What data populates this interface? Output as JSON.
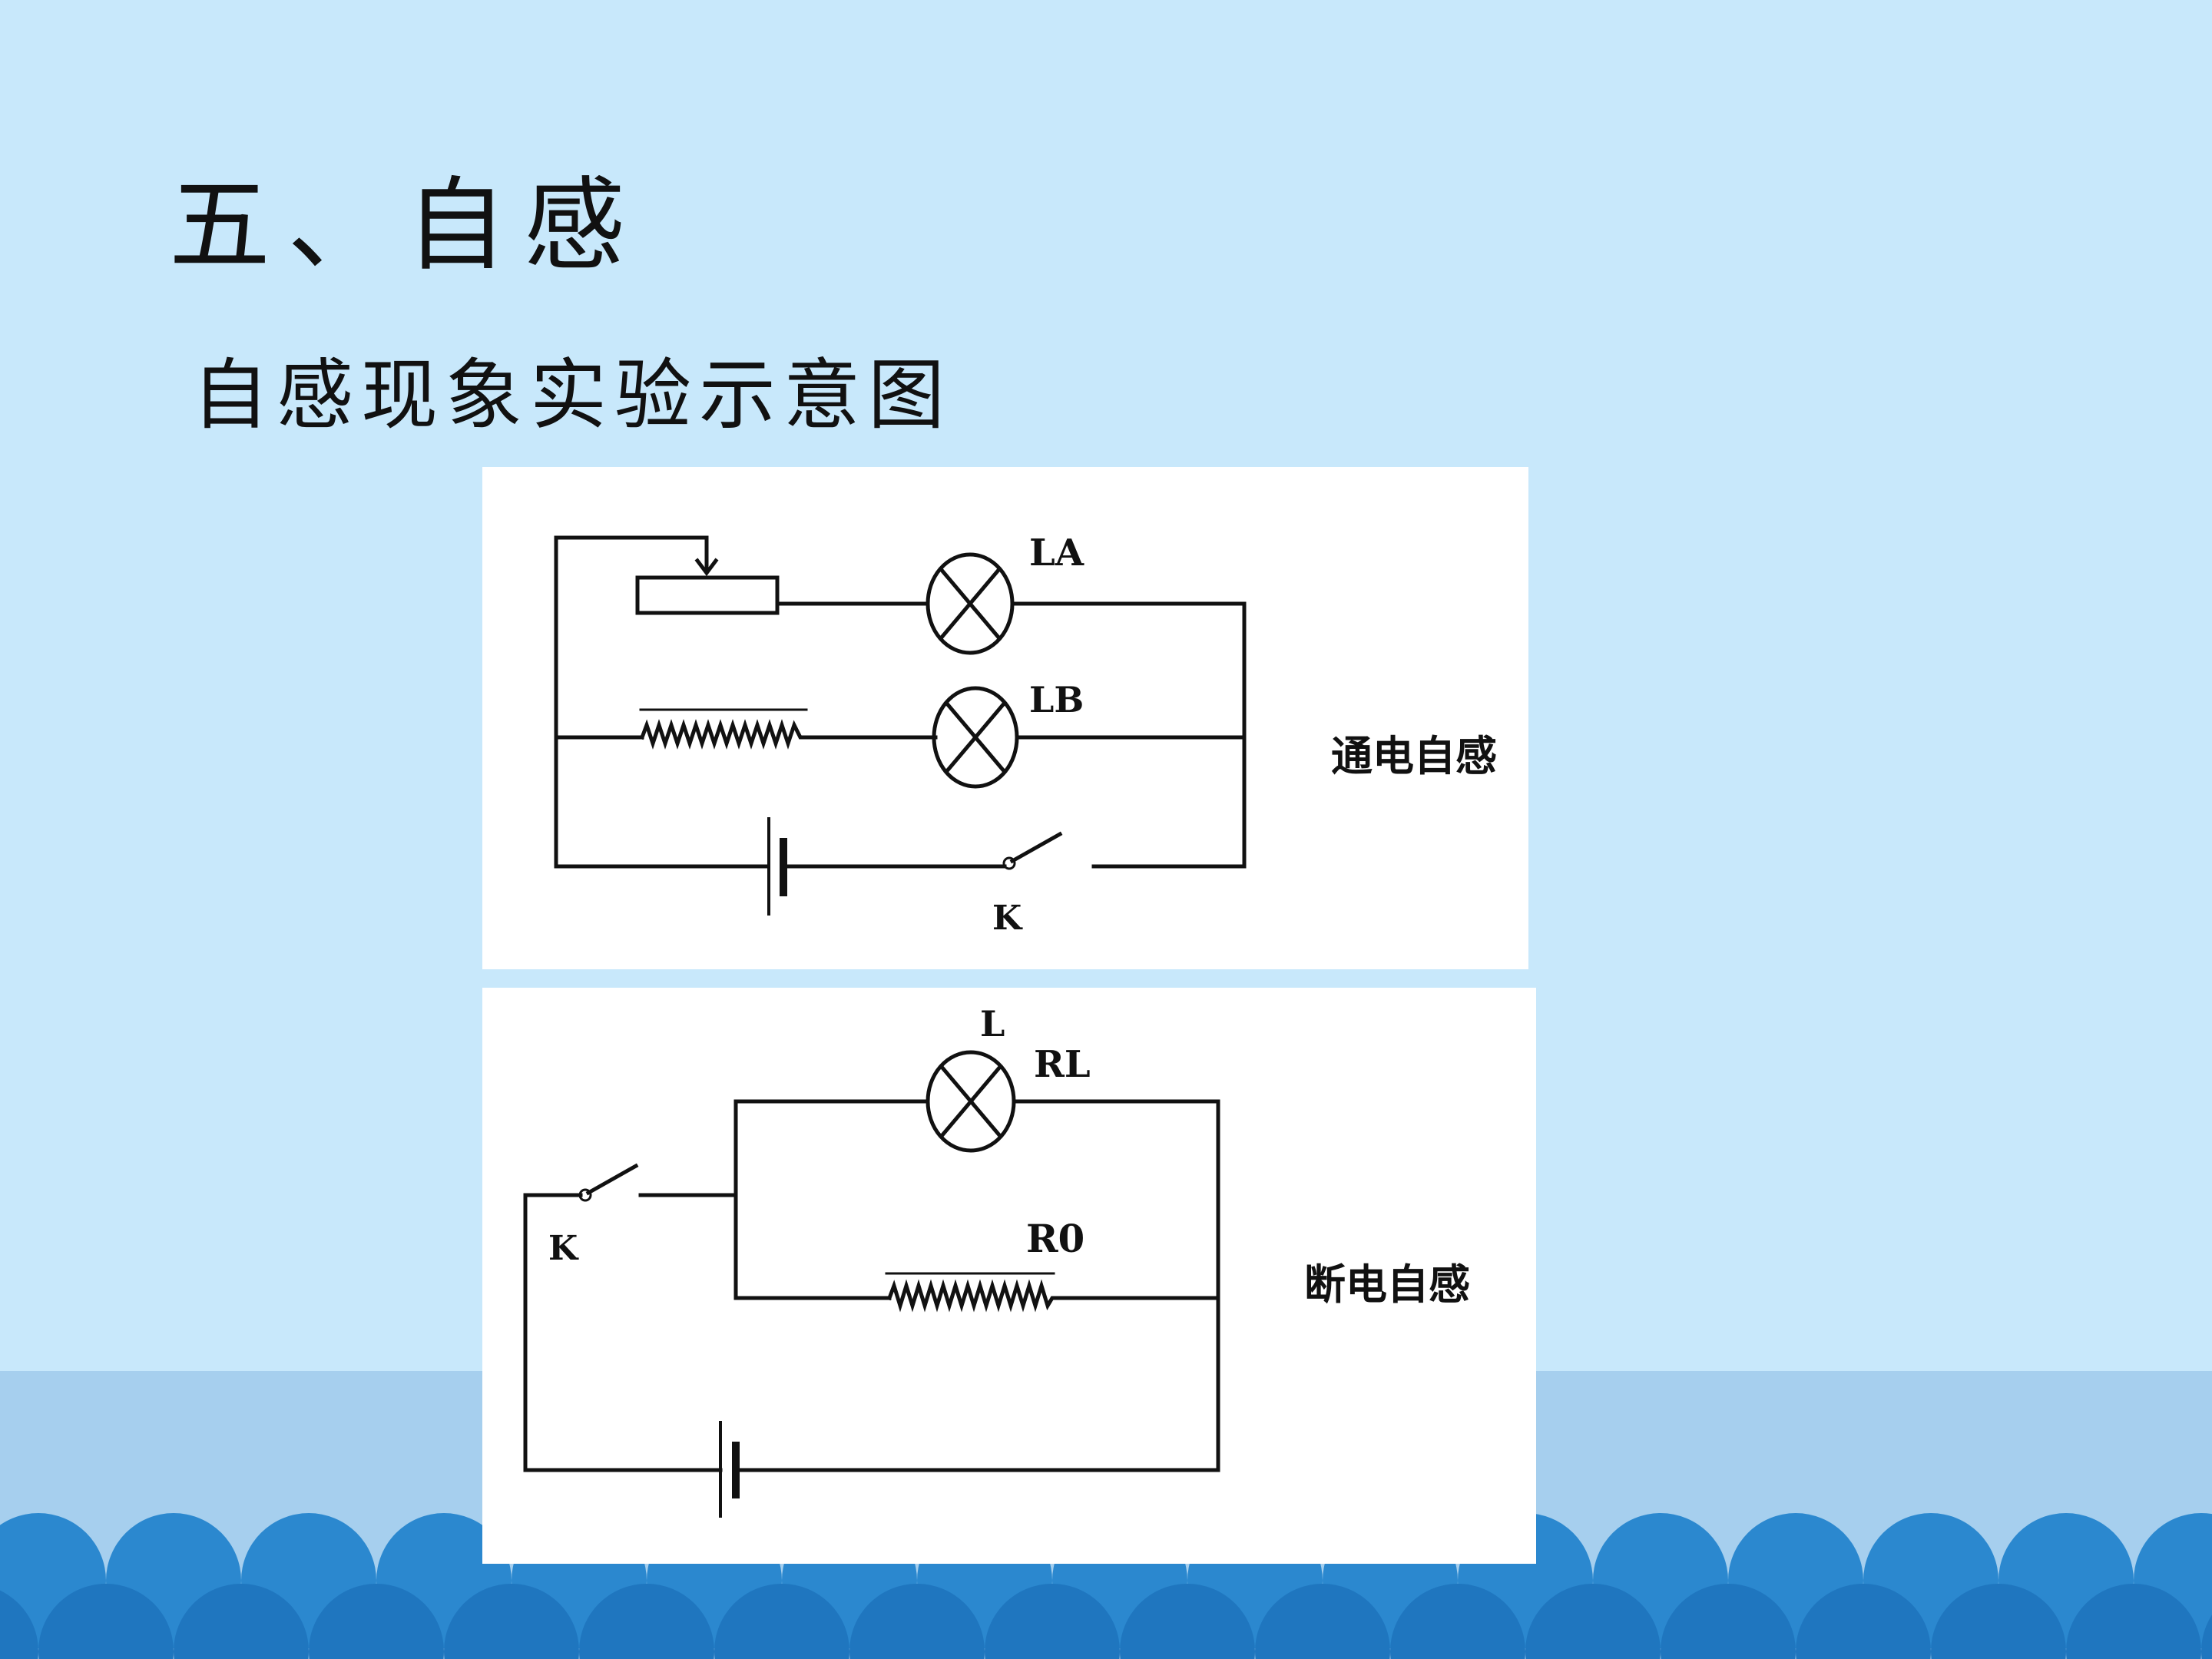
{
  "slide": {
    "title": "五、自感",
    "subtitle": "自感现象实验示意图"
  },
  "diagram_power_on": {
    "caption": "通电自感",
    "lamp_a_label": "LA",
    "lamp_b_label": "LB",
    "switch_label": "K"
  },
  "diagram_power_off": {
    "caption": "断电自感",
    "lamp_label": "L",
    "inductor_resistance_label": "RL",
    "resistor_label": "R0",
    "switch_label": "K"
  },
  "colors": {
    "background": "#c8e8fb",
    "band": "#a6cfee",
    "wave_light": "#2b88cf",
    "wave_dark": "#1f76bf",
    "ink": "#111111"
  }
}
